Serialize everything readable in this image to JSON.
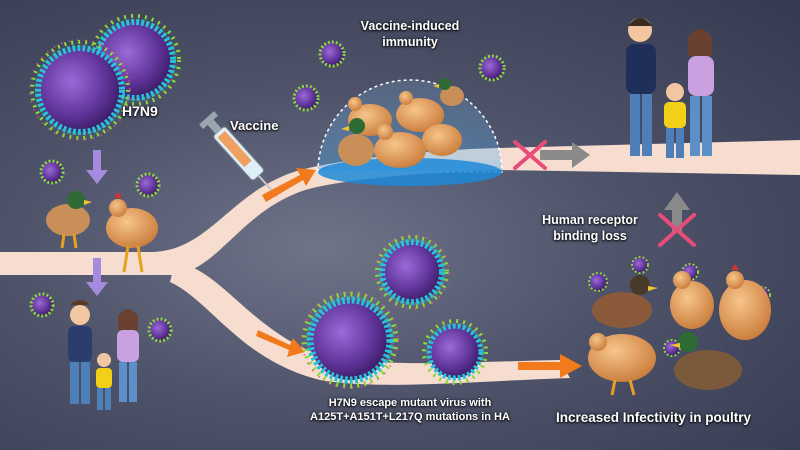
{
  "labels": {
    "h7n9": "H7N9",
    "vaccine": "Vaccine",
    "immunity_line1": "Vaccine-induced",
    "immunity_line2": "immunity",
    "receptor_line1": "Human receptor",
    "receptor_line2": "binding loss",
    "mutant_line1": "H7N9 escape mutant virus with",
    "mutant_line2": "A125T+A151T+L217Q mutations in HA",
    "infectivity": "Increased Infectivity in poultry"
  },
  "colors": {
    "background": "#4e536a",
    "pathway": "#f6ddd0",
    "arrow_orange": "#f07a1c",
    "arrow_purple": "#a48be0",
    "arrow_gray": "#8a8a8a",
    "block_cross": "#e64d78",
    "dome": "#1d8ad8",
    "virus_core": "#7a48b8",
    "virus_spike_green": "#8cd83c",
    "virus_spike_cyan": "#2ac0d8"
  },
  "icons": [
    "virus-icon",
    "syringe-icon",
    "chicken-icon",
    "duck-icon",
    "family-icon",
    "cross-icon",
    "arrow-icon"
  ]
}
